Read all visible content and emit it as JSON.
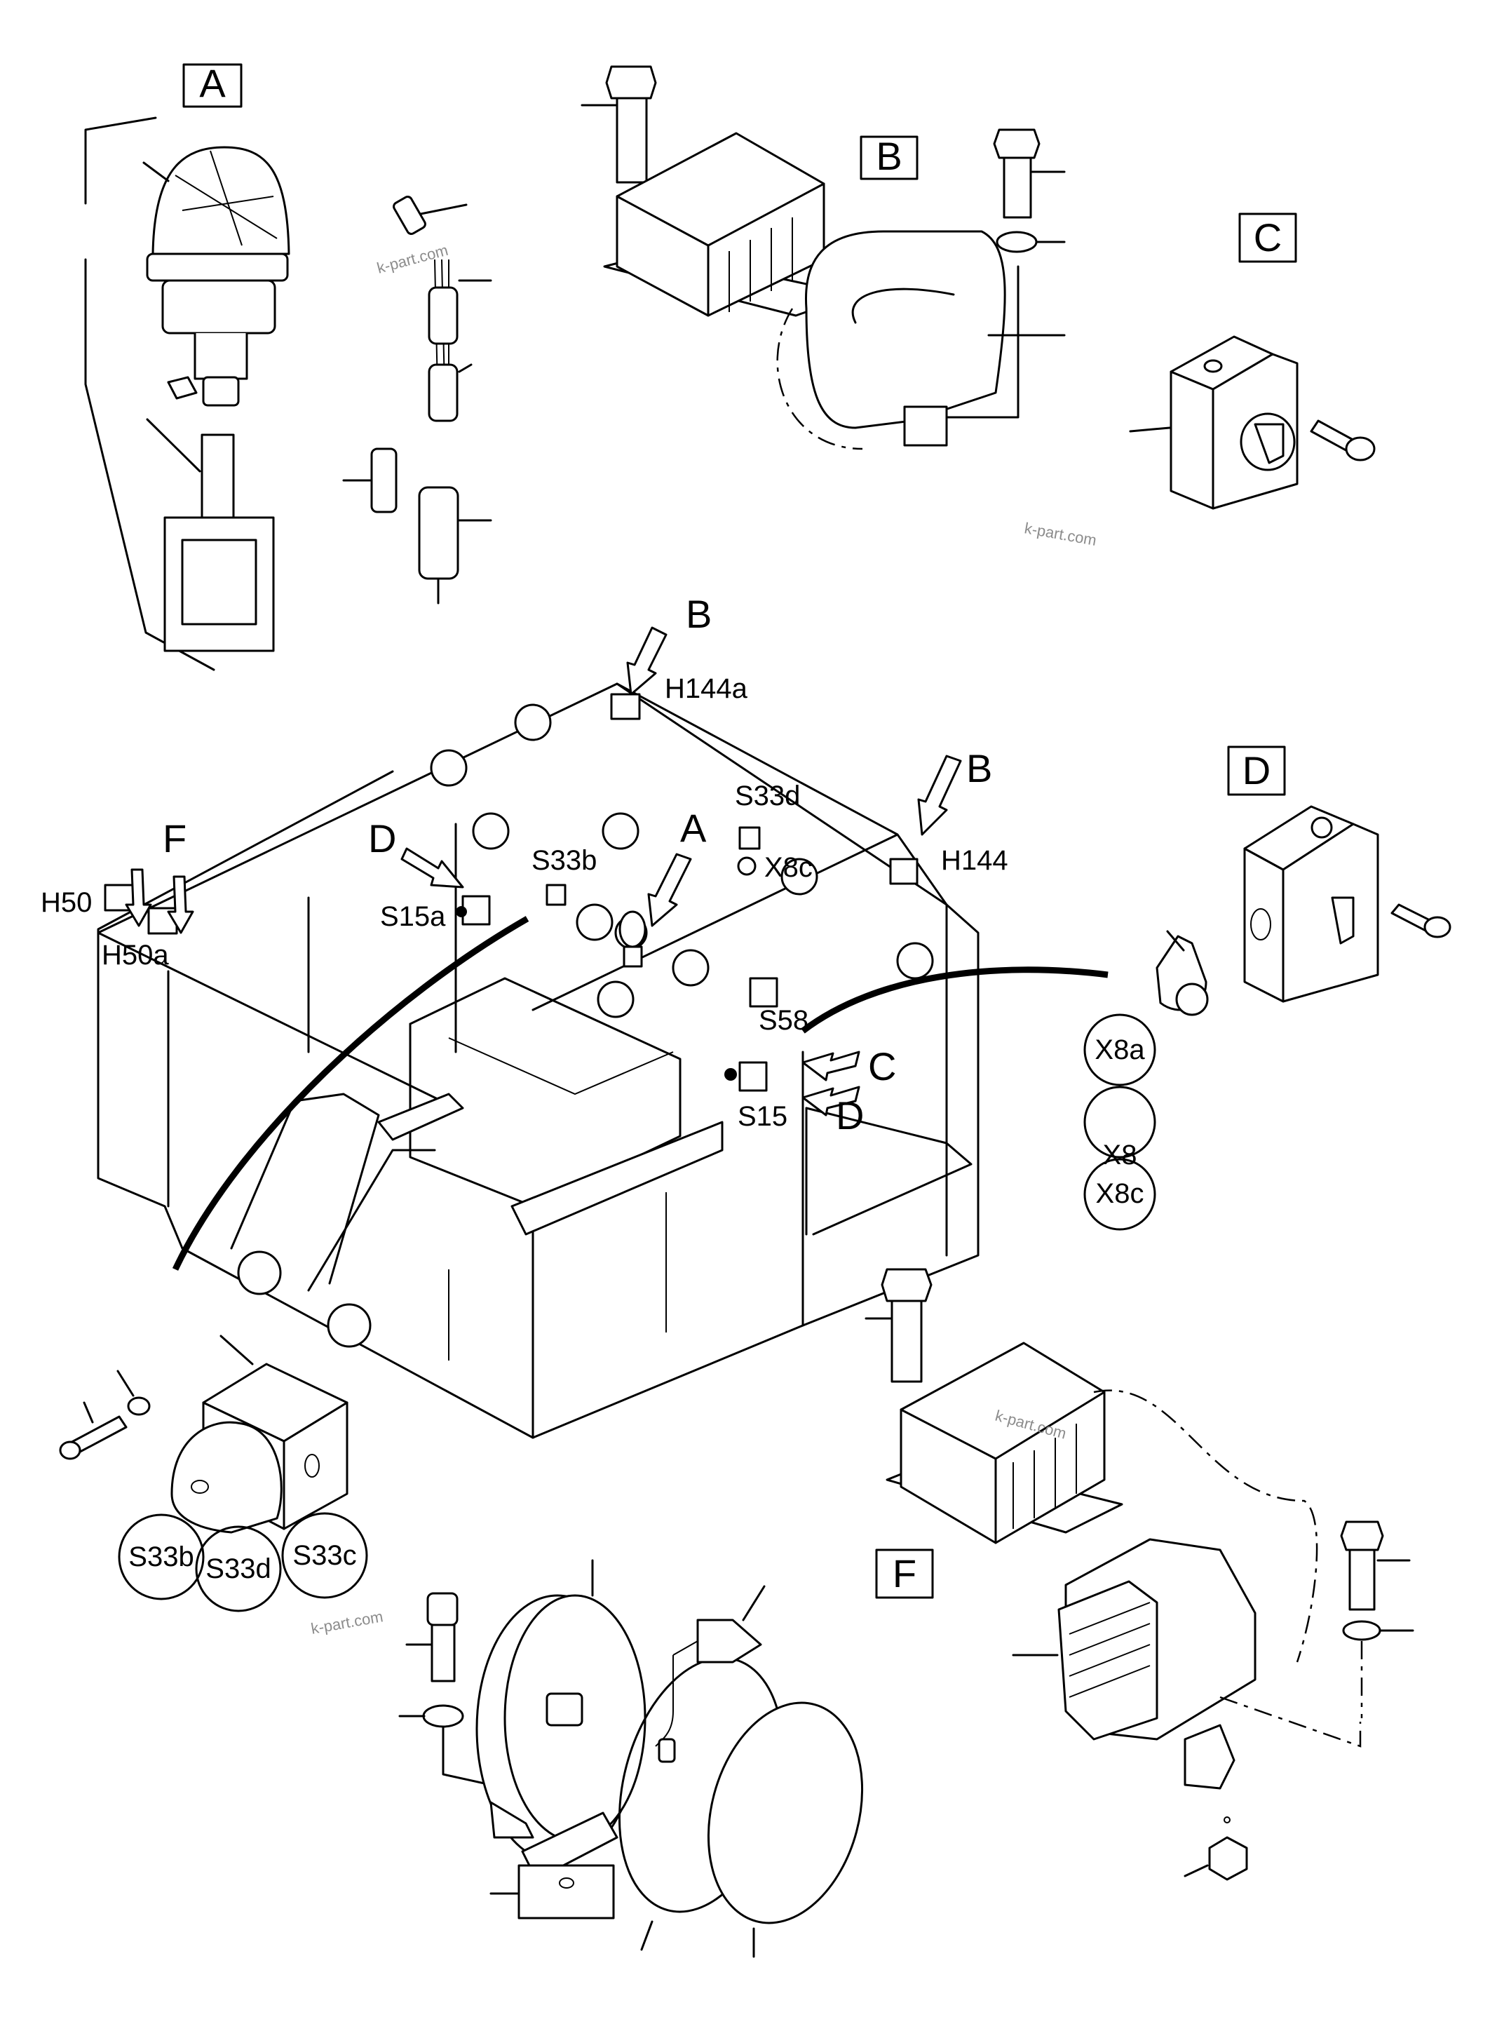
{
  "diagram": {
    "view_letters": {
      "a": "A",
      "b": "B",
      "c": "C",
      "d": "D",
      "f": "F"
    },
    "arrow_letters": {
      "b1": "B",
      "b2": "B",
      "a": "A",
      "d": "D",
      "f": "F",
      "c": "C",
      "d2": "D"
    },
    "part_codes": {
      "h144a": "H144a",
      "h144": "H144",
      "s33d": "S33d",
      "x8c": "X8c",
      "s33b": "S33b",
      "s15a": "S15a",
      "h50": "H50",
      "h50a": "H50a",
      "s58": "S58",
      "s15": "S15"
    },
    "x8_group": [
      "X8a",
      "X8",
      "X8c"
    ],
    "s33_group": [
      "S33b",
      "S33d",
      "S33c"
    ],
    "watermarks": [
      "k-part.com",
      "k-part.com",
      "k-part.com",
      "k-part.com"
    ]
  }
}
